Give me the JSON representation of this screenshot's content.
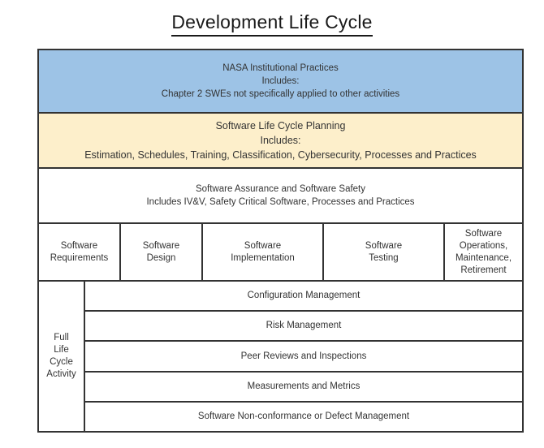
{
  "page": {
    "title": "Development Life Cycle",
    "background_color": "#ffffff",
    "text_color": "#333333",
    "border_color": "#333333"
  },
  "diagram": {
    "bands": [
      {
        "name": "nasa-institutional-practices",
        "text": "NASA Institutional Practices\nIncludes:\nChapter 2 SWEs not specifically applied to other activities",
        "color": "#9dc3e6"
      },
      {
        "name": "software-life-cycle-planning",
        "text": "Software Life Cycle Planning\nIncludes:\nEstimation, Schedules, Training, Classification, Cybersecurity, Processes and Practices",
        "color": "#fdefcb"
      },
      {
        "name": "software-assurance-and-software-safety",
        "text": "Software Assurance and Software Safety\nIncludes IV&V, Safety Critical Software, Processes and Practices",
        "color": "#ffffff"
      }
    ],
    "phases": [
      {
        "name": "software-requirements",
        "text": "Software\nRequirements"
      },
      {
        "name": "software-design",
        "text": "Software\nDesign"
      },
      {
        "name": "software-implementation",
        "text": "Software\nImplementation"
      },
      {
        "name": "software-testing",
        "text": "Software\nTesting"
      },
      {
        "name": "software-operations-maintenance-retirement",
        "text": "Software\nOperations,\nMaintenance,\nRetirement"
      }
    ],
    "full_life_cycle": {
      "label": "Full\nLife\nCycle\nActivity",
      "activities": [
        "Configuration Management",
        "Risk Management",
        "Peer Reviews and Inspections",
        "Measurements and Metrics",
        "Software Non-conformance or Defect Management"
      ]
    }
  }
}
